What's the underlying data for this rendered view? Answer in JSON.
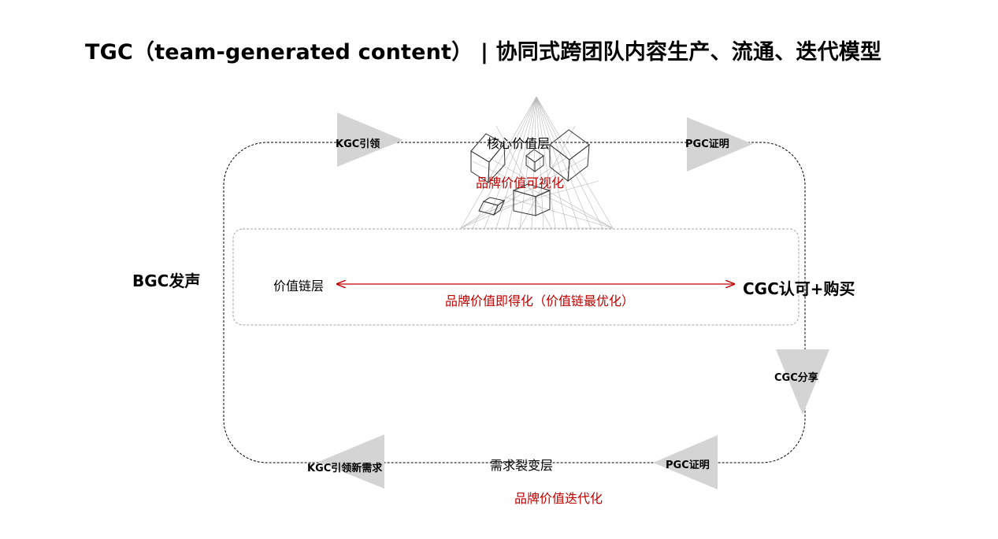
{
  "title": "TGC（team-generated content） | 协同式跨团队内容生产、流通、迭代模型",
  "colors": {
    "accent": "#c00000",
    "triangle": "#d4d4d4",
    "line": "#000000",
    "inner_box": "#a6a6a6"
  },
  "nodes": {
    "kgc_lead": "KGC引领",
    "pgc_proof_top": "PGC证明",
    "bgc_voice": "BGC发声",
    "cgc_buy": "CGC认可+购买",
    "cgc_share": "CGC分享",
    "pgc_proof_bottom": "PGC证明",
    "kgc_new_demand": "KGC引领新需求"
  },
  "layers": {
    "core": {
      "name": "核心价值层",
      "desc": "品牌价值可视化"
    },
    "chain": {
      "name": "价值链层",
      "desc": "品牌价值即得化（价值链最优化）"
    },
    "demand": {
      "name": "需求裂变层",
      "desc": "品牌价值迭代化"
    }
  }
}
